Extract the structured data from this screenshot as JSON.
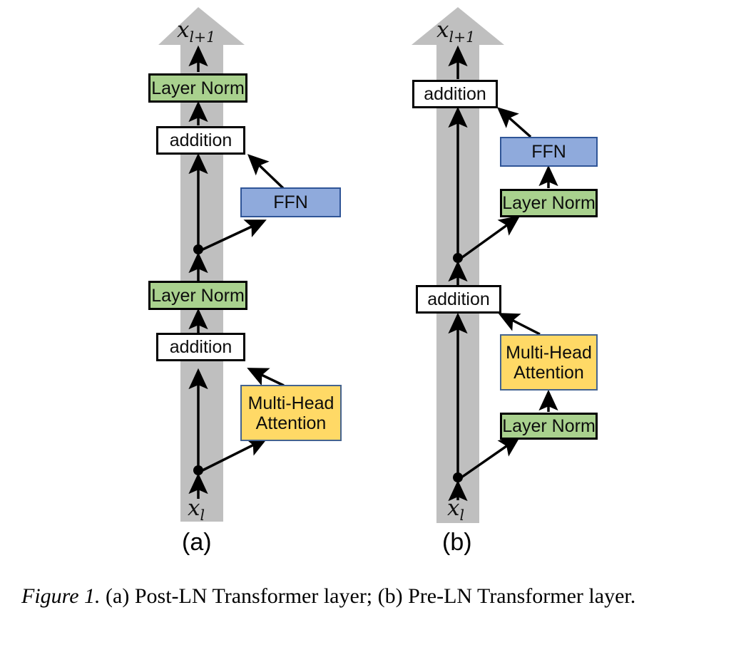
{
  "figure": {
    "caption_lead": "Figure 1.",
    "caption_text": " (a) Post-LN Transformer layer; (b) Pre-LN Transformer layer.",
    "colors": {
      "layer_norm": "#a9d18e",
      "addition": "#ffffff",
      "ffn": "#8faadc",
      "attention": "#ffd966",
      "residual_stream": "#bfbfbf",
      "outline": "#000000"
    }
  },
  "panels": [
    {
      "label": "(a)",
      "name": "post-ln-transformer-layer",
      "input_label": "x",
      "input_sub": "l",
      "output_label": "x",
      "output_sub": "l+1",
      "blocks": [
        {
          "id": "a-layer-norm-top",
          "text": "Layer Norm",
          "kind": "layer-norm"
        },
        {
          "id": "a-addition-top",
          "text": "addition",
          "kind": "addition"
        },
        {
          "id": "a-ffn",
          "text": "FFN",
          "kind": "ffn"
        },
        {
          "id": "a-layer-norm-bottom",
          "text": "Layer Norm",
          "kind": "layer-norm"
        },
        {
          "id": "a-addition-bottom",
          "text": "addition",
          "kind": "addition"
        },
        {
          "id": "a-attention",
          "text": "Multi-Head\nAttention",
          "line1": "Multi-Head",
          "line2": "Attention",
          "kind": "attention"
        }
      ]
    },
    {
      "label": "(b)",
      "name": "pre-ln-transformer-layer",
      "input_label": "x",
      "input_sub": "l",
      "output_label": "x",
      "output_sub": "l+1",
      "blocks": [
        {
          "id": "b-addition-top",
          "text": "addition",
          "kind": "addition"
        },
        {
          "id": "b-ffn",
          "text": "FFN",
          "kind": "ffn"
        },
        {
          "id": "b-layer-norm-upper",
          "text": "Layer Norm",
          "kind": "layer-norm"
        },
        {
          "id": "b-addition-bottom",
          "text": "addition",
          "kind": "addition"
        },
        {
          "id": "b-attention",
          "text": "Multi-Head\nAttention",
          "line1": "Multi-Head",
          "line2": "Attention",
          "kind": "attention"
        },
        {
          "id": "b-layer-norm-lower",
          "text": "Layer Norm",
          "kind": "layer-norm"
        }
      ]
    }
  ]
}
